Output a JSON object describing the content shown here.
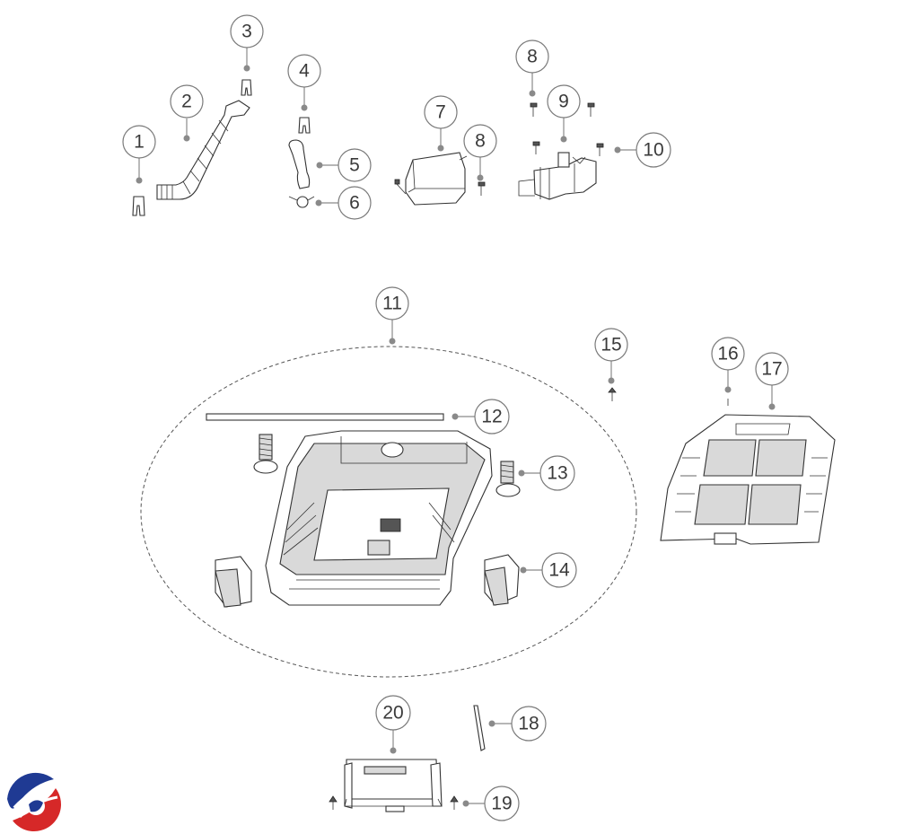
{
  "diagram": {
    "callouts": [
      {
        "id": "c1",
        "label": "1"
      },
      {
        "id": "c2",
        "label": "2"
      },
      {
        "id": "c3",
        "label": "3"
      },
      {
        "id": "c4",
        "label": "4"
      },
      {
        "id": "c5",
        "label": "5"
      },
      {
        "id": "c6",
        "label": "6"
      },
      {
        "id": "c7",
        "label": "7"
      },
      {
        "id": "c8a",
        "label": "8"
      },
      {
        "id": "c8b",
        "label": "8"
      },
      {
        "id": "c9",
        "label": "9"
      },
      {
        "id": "c10",
        "label": "10"
      },
      {
        "id": "c11",
        "label": "11"
      },
      {
        "id": "c12",
        "label": "12"
      },
      {
        "id": "c13",
        "label": "13"
      },
      {
        "id": "c14",
        "label": "14"
      },
      {
        "id": "c15",
        "label": "15"
      },
      {
        "id": "c16",
        "label": "16"
      },
      {
        "id": "c17",
        "label": "17"
      },
      {
        "id": "c18",
        "label": "18"
      },
      {
        "id": "c19",
        "label": "19"
      },
      {
        "id": "c20",
        "label": "20"
      }
    ],
    "logo": {
      "icon": "brand-swirl-logo-icon",
      "colors": [
        "#1f3a93",
        "#d62828"
      ]
    }
  }
}
